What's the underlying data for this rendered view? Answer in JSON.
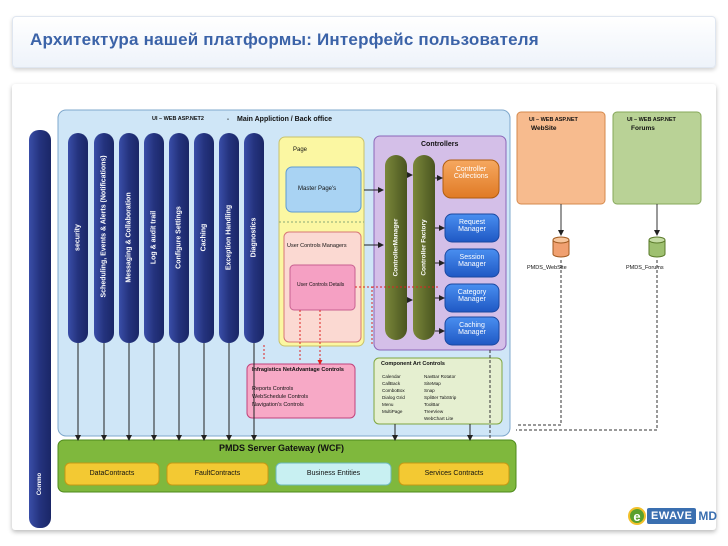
{
  "slide": {
    "title": "Архитектура нашей платформы: Интерфейс пользователя"
  },
  "main_block": {
    "header_left": "UI – WEB ASP.NET2",
    "header_dash": "-",
    "header_main": "Main Appliction / Back office"
  },
  "columns": [
    "security",
    "Scheduling, Events & Alerts (Notifications)",
    "Messaging & Collaboration",
    "Log & audit trail",
    "Configure Settings",
    "Caching",
    "Exception Handling",
    "Diagnostics"
  ],
  "left_bar_label": "Commo",
  "page_block": {
    "page": "Page",
    "master_pages": "Master Page's",
    "user_controls_managers": "User Controls Managers",
    "user_controls_details": "User Controls Details"
  },
  "controllers_block": {
    "title": "Controllers",
    "controller_manager": "ControllerManager",
    "controller_factory": "Controller Factory",
    "collections": "Controller Collections",
    "managers": [
      "Request Manager",
      "Session Manager",
      "Category Manager",
      "Caching Manager"
    ]
  },
  "website_block": {
    "header": "UI – WEB ASP.NET",
    "name": "WebSite",
    "db": "PMDS_WebSite"
  },
  "forums_block": {
    "header": "UI – WEB ASP.NET",
    "name": "Forums",
    "db": "PMDS_Forums"
  },
  "infragistics_block": {
    "title": "Infragistics NetAdvantage Controls",
    "items": [
      "Reports Controls",
      "WebSchedule Controls",
      "Navigation's Controls"
    ]
  },
  "componentart_block": {
    "title": "Component Art  Controls",
    "col1": [
      "Calendar",
      "CallBack",
      "ComboBox",
      "Dialog Grid",
      "Menu",
      "MultiPage"
    ],
    "col2": [
      "NavBar Rotator",
      "SiteMap",
      "Snap",
      "Splitter TabStrip",
      "ToolBar",
      "TreeView",
      "WebChart Lite"
    ]
  },
  "gateway_block": {
    "title": "PMDS Server Gateway (WCF)",
    "items": [
      "DataContracts",
      "FaultContracts",
      "Business Entities",
      "Services Contracts"
    ]
  },
  "logo": {
    "letter": "e",
    "word": "EWAVE",
    "suffix": "MD"
  },
  "colors": {
    "title": "#3b63a8",
    "main_bg": "#cfe6f7",
    "column_blue": "#2c3c8c",
    "page_yellow": "#fbf7a2",
    "controllers_purple": "#d4bfe8",
    "controller_green": "#5f6b2a",
    "orange": "#f0913c",
    "manager_blue": "#2d6fd6",
    "gateway_green": "#7fb83d",
    "contract_yellow": "#f3c933",
    "website_orange": "#f7bb8e",
    "forums_green": "#b9d296",
    "pink": "#f7a9c6"
  }
}
